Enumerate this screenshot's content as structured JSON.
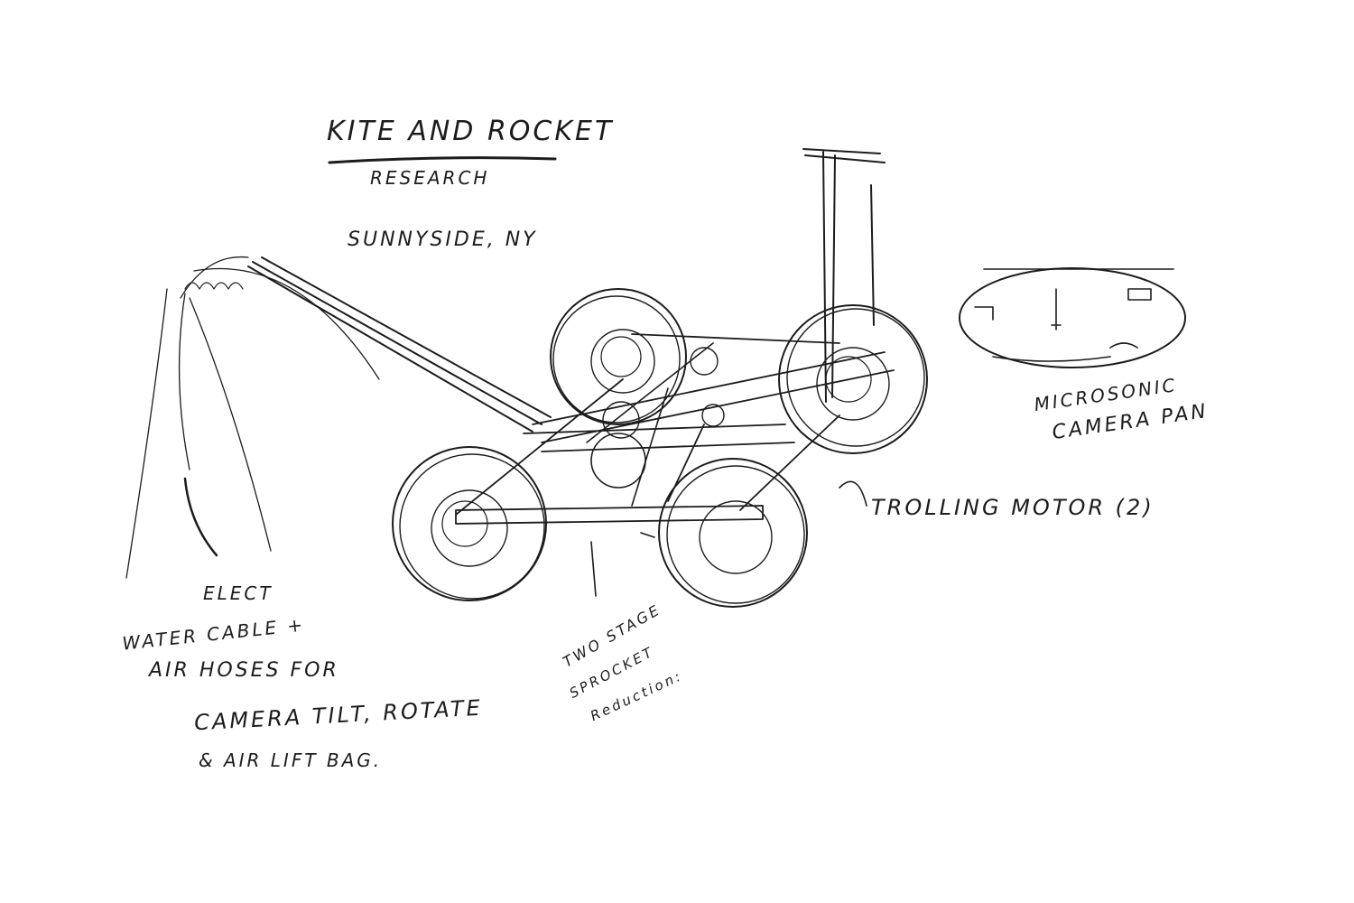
{
  "title": "Kite and Rocket",
  "subtitle": "Research",
  "location": "Sunnyside, NY",
  "labels": {
    "camera_pan": [
      "Microsonic",
      "Camera Pan"
    ],
    "trolling_motor": "Trolling motor (2)",
    "cable_note": [
      "Elect",
      "Water Cable +",
      "Air Hoses for",
      "Camera Tilt, Rotate",
      "& Air Lift Bag."
    ],
    "sprocket_note": [
      "Two stage",
      "Sprocket",
      "Reduction:"
    ]
  },
  "colors": {
    "ink": "#1c1c1c",
    "paper": "#ffffff"
  }
}
